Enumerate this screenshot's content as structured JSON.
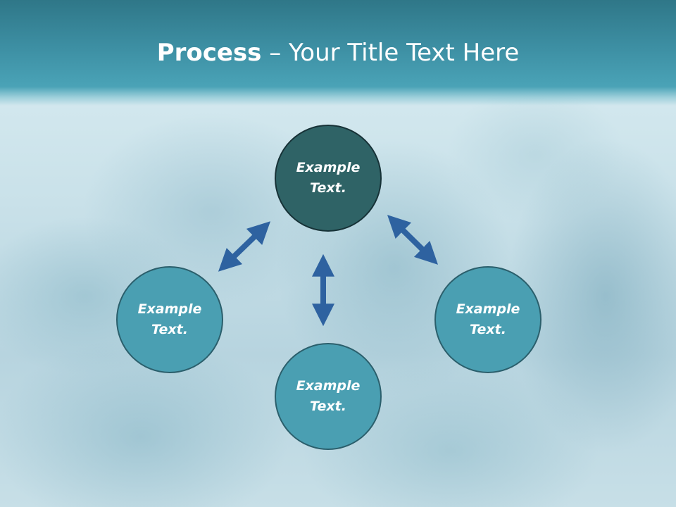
{
  "title": {
    "bold": "Process",
    "rest": " – Your Title Text Here"
  },
  "nodes": {
    "top": {
      "line1": "Example",
      "line2": "Text."
    },
    "left": {
      "line1": "Example",
      "line2": "Text."
    },
    "right": {
      "line1": "Example",
      "line2": "Text."
    },
    "bottom": {
      "line1": "Example",
      "line2": "Text."
    }
  },
  "colors": {
    "header": "#3d8fa3",
    "top_node": "#2f6366",
    "side_node": "#4a9fb2",
    "arrow": "#2e62a0"
  }
}
